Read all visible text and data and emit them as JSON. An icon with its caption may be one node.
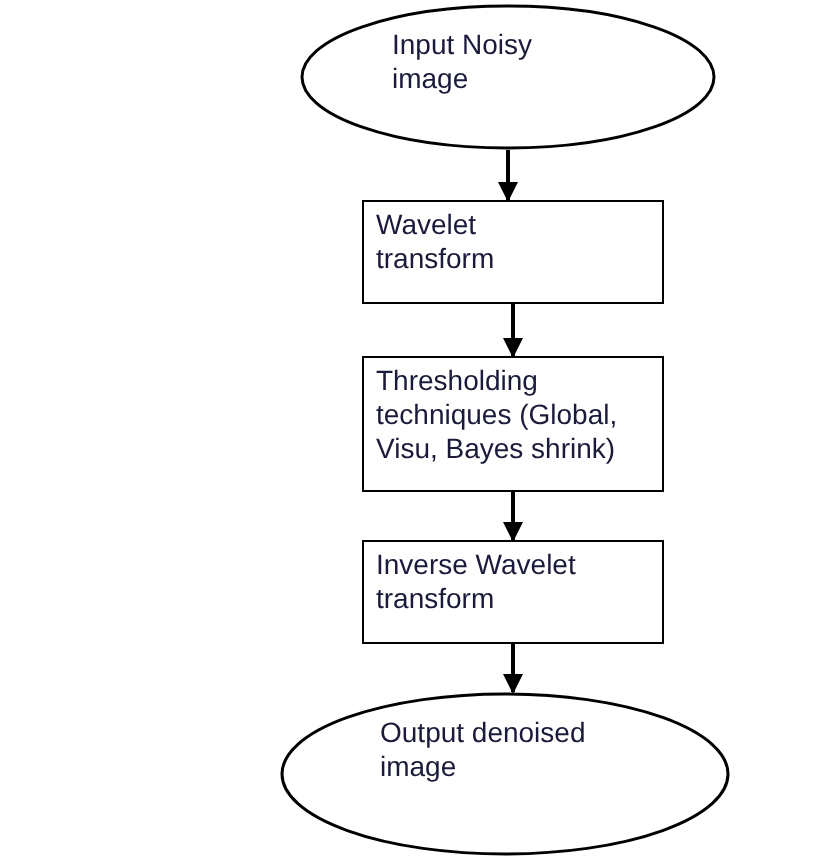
{
  "diagram": {
    "nodes": [
      {
        "text": [
          "Input Noisy image"
        ]
      },
      {
        "text": [
          "Wavelet transform"
        ]
      },
      {
        "text": [
          "Thresholding techniques (Global, Visu, Bayes shrink)"
        ]
      },
      {
        "text": [
          "Inverse Wavelet transform"
        ]
      },
      {
        "text": [
          "Output denoised image"
        ]
      }
    ],
    "edges": [
      {
        "from": 0,
        "to": 1,
        "arrow": "to"
      },
      {
        "from": 1,
        "to": 2,
        "arrow": "to"
      },
      {
        "from": 2,
        "to": 3,
        "arrow": "to"
      },
      {
        "from": 3,
        "to": 4,
        "arrow": "to"
      }
    ]
  }
}
